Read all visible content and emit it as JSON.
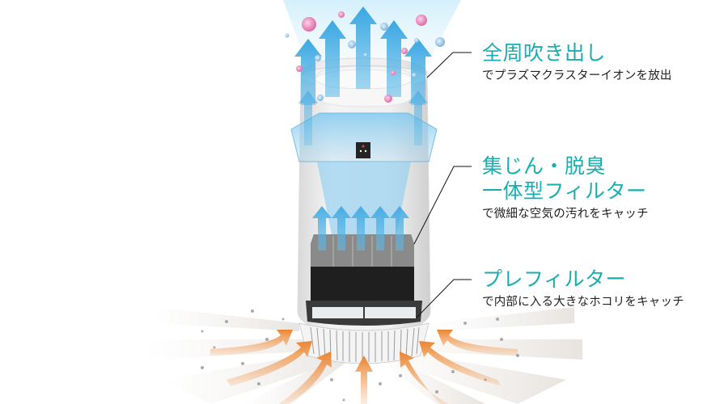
{
  "diagram": {
    "subject": "air-purifier-cutaway",
    "colors": {
      "accent_title": "#1aaeb0",
      "desc_text": "#222222",
      "outflow_arrow": "#4fb3e6",
      "inflow_arrow": "#ee8a3a",
      "ion_positive": "#e479b3",
      "ion_negative": "#8fc3e8",
      "leader_line": "#111111"
    }
  },
  "callouts": [
    {
      "title_lines": [
        "全周吹き出し"
      ],
      "description": "でプラズマクラスターイオンを放出"
    },
    {
      "title_lines": [
        "集じん・脱臭",
        "一体型フィルター"
      ],
      "description": "で微細な空気の汚れをキャッチ"
    },
    {
      "title_lines": [
        "プレフィルター"
      ],
      "description": "で内部に入る大きなホコリをキャッチ"
    }
  ]
}
